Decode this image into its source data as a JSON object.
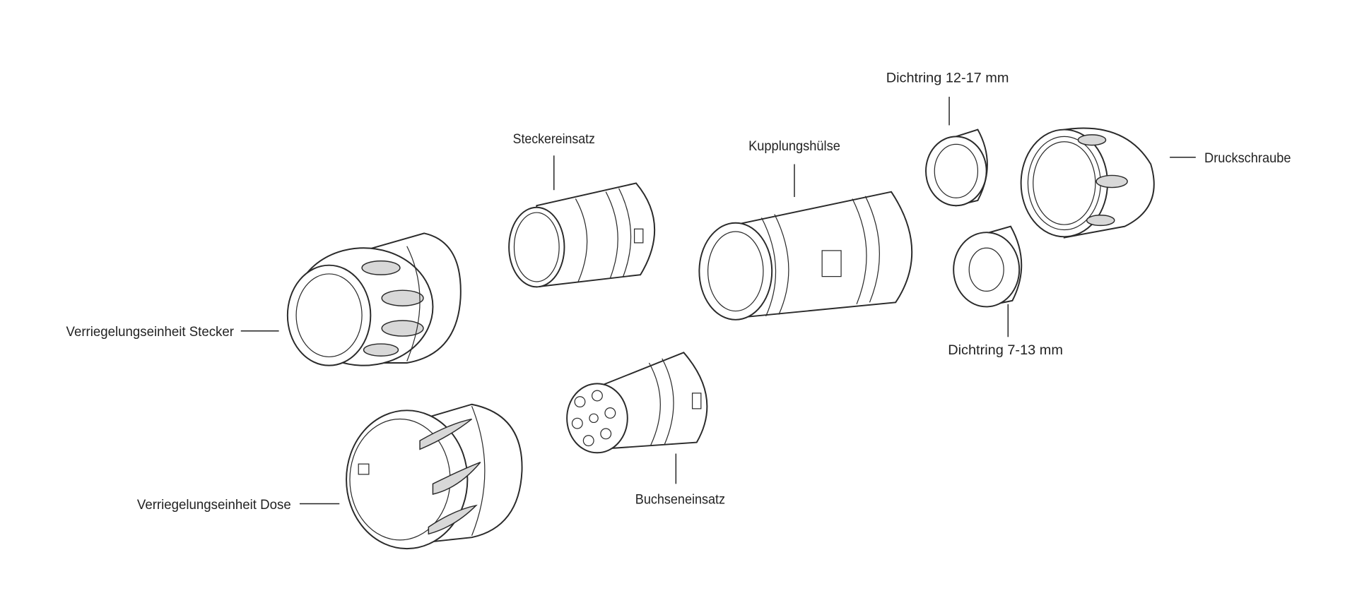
{
  "title": "Exploded view connector components",
  "labels": {
    "dichtring_large": "Dichtring 12-17 mm",
    "steckereinsatz": "Steckereinsatz",
    "kupplungshuelse": "Kupplungshülse",
    "druckschraube": "Druckschraube",
    "verriegelung_stecker": "Verriegelungseinheit Stecker",
    "dichtring_small": "Dichtring 7-13 mm",
    "verriegelung_dose": "Verriegelungseinheit Dose",
    "buchseneinsatz": "Buchseneinsatz"
  }
}
